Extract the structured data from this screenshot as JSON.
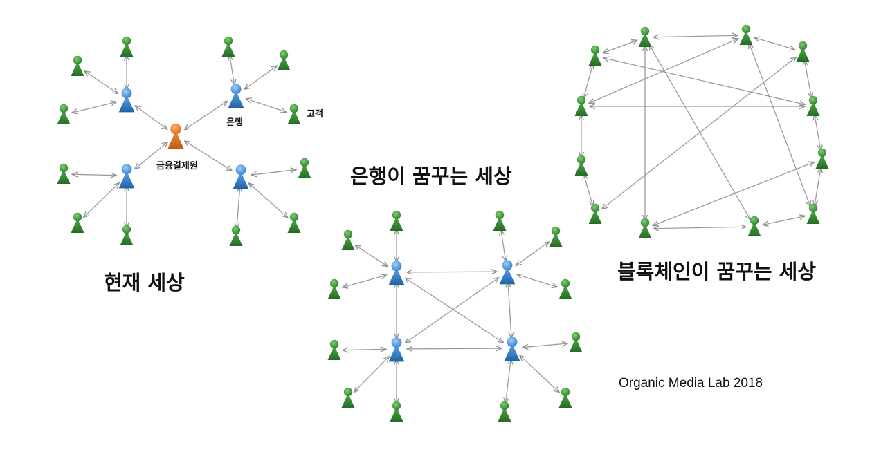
{
  "titles": {
    "current": "현재 세상",
    "bank_dream": "은행이 꿈꾸는 세상",
    "blockchain_dream": "블록체인이 꿈꾸는 세상"
  },
  "labels": {
    "bank": "은행",
    "customer": "고객",
    "financial_clearing": "금융결제원"
  },
  "credit": "Organic Media Lab 2018",
  "colors": {
    "customer_node": "#3a8f3a",
    "bank_node": "#3d8fd6",
    "clearing_node": "#e2761e",
    "edge": "#9a9a9a",
    "text": "#111111"
  },
  "legend_icons": {
    "node_shape": "person-icon"
  }
}
